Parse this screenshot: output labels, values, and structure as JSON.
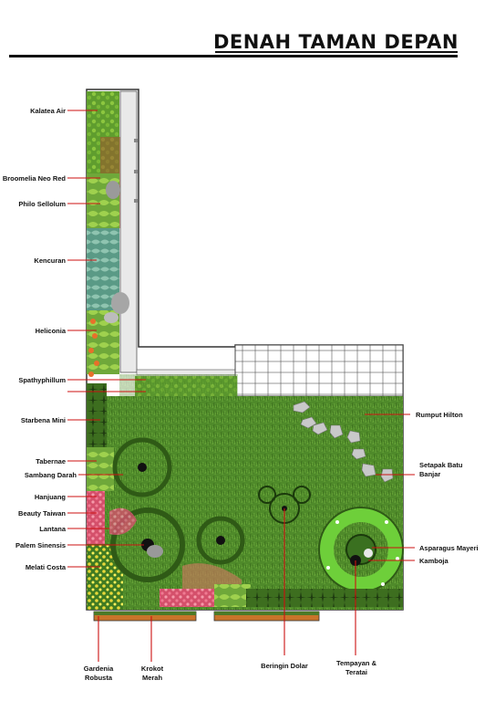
{
  "title": "DENAH TAMAN DEPAN",
  "labels_left": [
    "Kalatea Air",
    "Broomelia Neo Red",
    "Philo Sellolum",
    "Kencuran",
    "Heliconia",
    "Spathyphillum",
    "Starbena Mini",
    "Tabernae",
    "Sambang Darah",
    "Hanjuang",
    "Beauty Taiwan",
    "Lantana",
    "Palem Sinensis",
    "Melati Costa"
  ],
  "labels_right": [
    "Rumput Hilton",
    "Setapak Batu Banjar",
    "Asparagus Mayeri",
    "Kamboja"
  ],
  "labels_bottom": [
    "Gardenia Robusta",
    "Krokot Merah",
    "Beringin Dolar",
    "Tempayan & Teratai"
  ],
  "colors": {
    "lawn": "#4f8a2a",
    "lawn_dark": "#3d7020",
    "leader_line": "#cc1111",
    "planter": "#c8742a"
  }
}
